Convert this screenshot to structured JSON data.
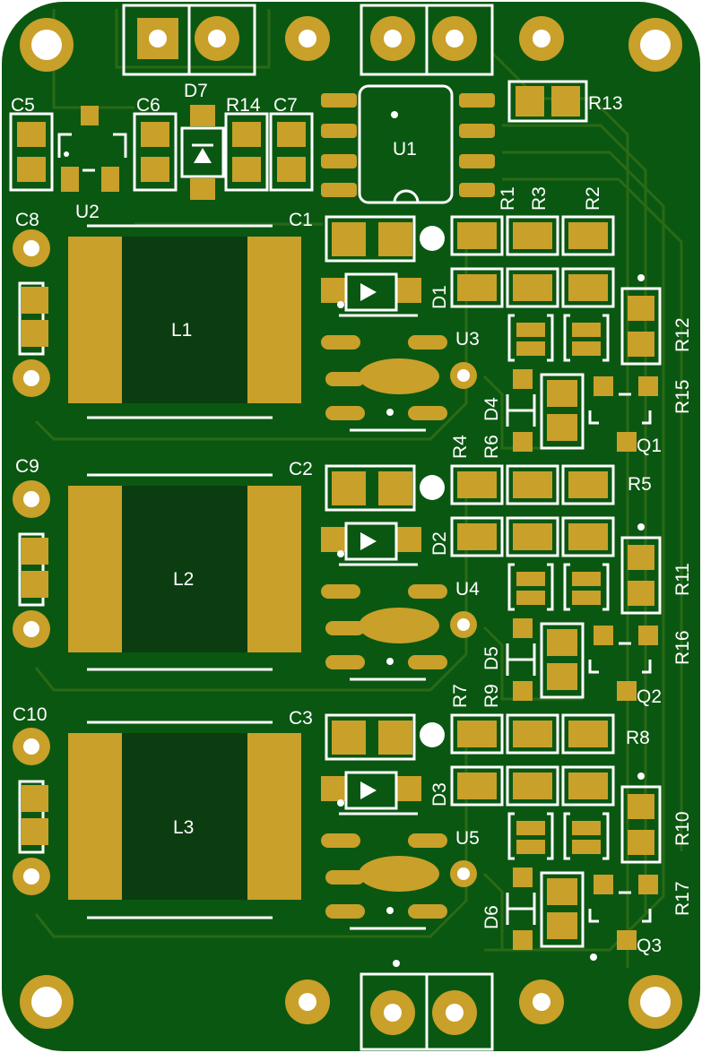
{
  "board": {
    "colors": {
      "board": "#0a5712",
      "board_edge": "#ffffff",
      "trace": "#2a6a16",
      "pad": "#c9a029",
      "silk": "#ffffff",
      "dark": "#0b3d10",
      "via": "#ffffff"
    },
    "labels": {
      "c5": "C5",
      "c6": "C6",
      "d7": "D7",
      "r14": "R14",
      "c7": "C7",
      "u1": "U1",
      "r13": "R13",
      "u2": "U2",
      "c8": "C8",
      "c1": "C1",
      "l1": "L1",
      "r1": "R1",
      "r3": "R3",
      "r2": "R2",
      "d1": "D1",
      "r12": "R12",
      "u3": "U3",
      "r15": "R15",
      "d4": "D4",
      "r6": "R6",
      "r4": "R4",
      "q1": "Q1",
      "c9": "C9",
      "c2": "C2",
      "l2": "L2",
      "r5": "R5",
      "d2": "D2",
      "r11": "R11",
      "u4": "U4",
      "r16": "R16",
      "d5": "D5",
      "r9": "R9",
      "r7": "R7",
      "q2": "Q2",
      "c10": "C10",
      "c3": "C3",
      "l3": "L3",
      "r8": "R8",
      "d3": "D3",
      "r10": "R10",
      "u5": "U5",
      "r17": "R17",
      "d6": "D6",
      "q3": "Q3"
    }
  }
}
